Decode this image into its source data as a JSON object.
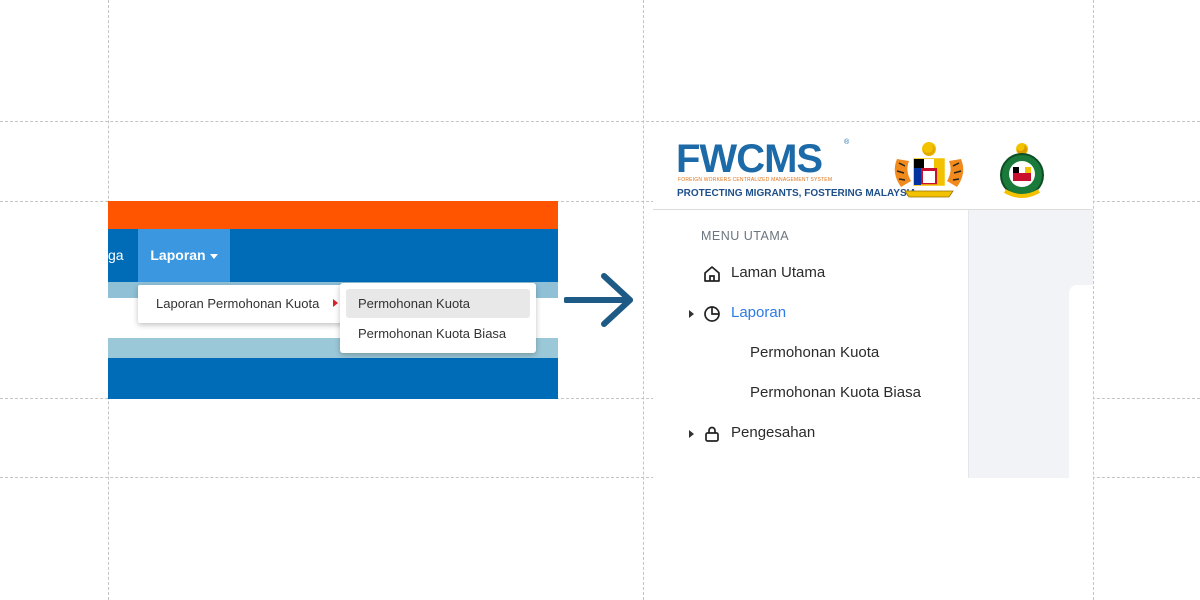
{
  "colors": {
    "old_top_bar": "#ff5500",
    "old_nav_bar": "#006cb7",
    "old_nav_active": "#3a97e0",
    "arrow": "#1d5a85",
    "new_active_link": "#2d7be5",
    "brand_blue": "#1d6aa8"
  },
  "old_ui": {
    "nav_item_partial": "ga",
    "nav_laporan": "Laporan",
    "dropdown_item": "Laporan Permohonan Kuota",
    "submenu": [
      "Permohonan Kuota",
      "Permohonan Kuota Biasa"
    ]
  },
  "arrow_icon": "right-arrow-icon",
  "new_ui": {
    "logo": {
      "title": "FWCMS",
      "registered": "®",
      "subtitle": "FOREIGN WORKERS CENTRALIZED MANAGEMENT SYSTEM",
      "tagline": "PROTECTING MIGRANTS, FOSTERING MALAYSIA"
    },
    "crests": [
      "malaysia-coat-of-arms-icon",
      "immigration-department-crest-icon"
    ],
    "menu_header": "MENU UTAMA",
    "items": [
      {
        "label": "Laman Utama",
        "icon": "home-icon"
      },
      {
        "label": "Laporan",
        "icon": "pie-chart-icon",
        "active": true
      },
      {
        "label": "Permohonan Kuota"
      },
      {
        "label": "Permohonan Kuota Biasa"
      },
      {
        "label": "Pengesahan",
        "icon": "lock-icon"
      }
    ]
  }
}
